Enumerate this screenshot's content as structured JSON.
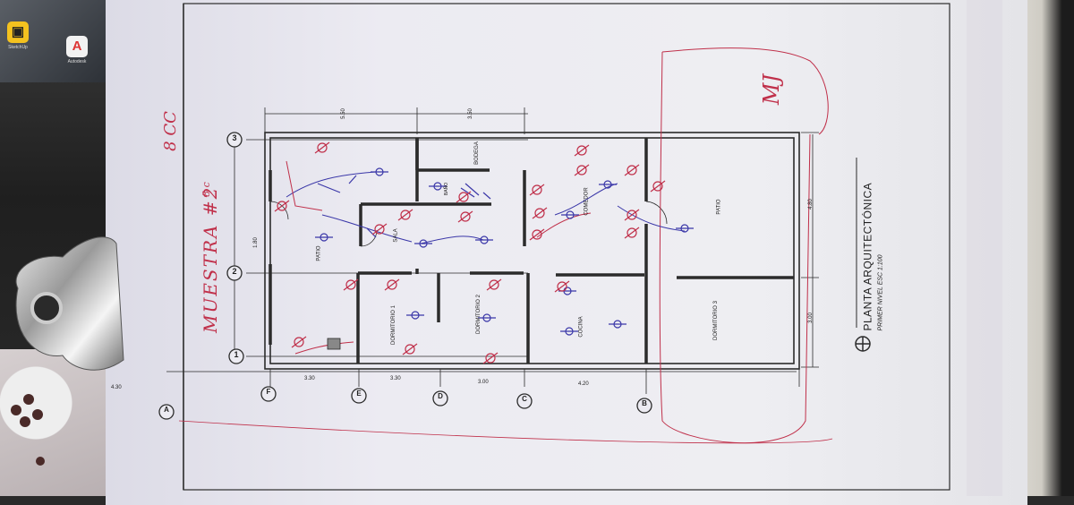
{
  "apps": [
    {
      "icon": "▣",
      "caption": "SketchUp"
    },
    {
      "icon": "A",
      "caption": "Autodesk"
    }
  ],
  "plan": {
    "title": "PLANTA ARQUITECTÓNICA",
    "subtitle": "PRIMER NIVEL ESC 1:100",
    "top_dims": [
      "5.50",
      "3.50"
    ],
    "grid_cols": [
      "1",
      "2",
      "3"
    ],
    "grid_rows": [
      "F",
      "E",
      "D",
      "C",
      "B",
      "A"
    ],
    "left_dims": [
      "3.30",
      "3.30",
      "3.00",
      "4.20",
      "4.30"
    ],
    "dim_180": "1.80",
    "dim_300": "3.00",
    "dim_480": "4.80",
    "rooms": [
      "PATIO",
      "SALA",
      "BAÑO",
      "BODEGA",
      "COMEDOR",
      "PATIO",
      "DORMITORIO 1",
      "DORMITORIO 2",
      "COCINA",
      "DORMITORIO 3"
    ]
  },
  "handwriting": {
    "title": "MUESTRA #2",
    "scale": "8 CC",
    "scale_small": "8 c",
    "corner": "MJ"
  },
  "colors": {
    "wall": "#2b2b2b",
    "red_ink": "#c0304a",
    "blue_ink": "#3a37a8",
    "paper": "#ecebf2"
  }
}
